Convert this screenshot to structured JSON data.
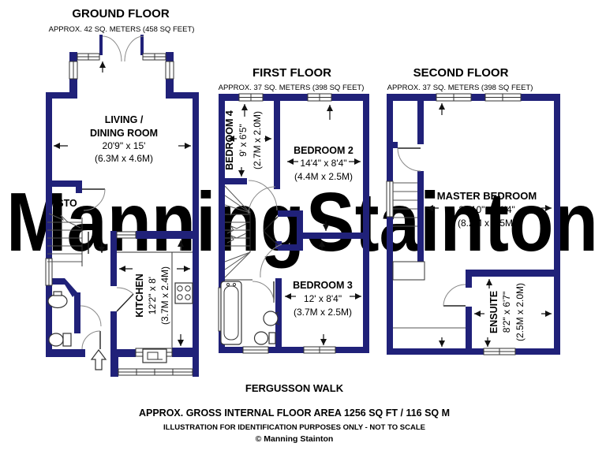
{
  "watermark": {
    "left": "Manning",
    "right": "Stainton"
  },
  "colors": {
    "wall": "#202179",
    "watermark_blue": "#b3bcd9",
    "watermark_pink": "#f4c3c3"
  },
  "floors": {
    "ground": {
      "title": "GROUND FLOOR",
      "area": "APPROX. 42 SQ. METERS (458 SQ FEET)",
      "living": {
        "name1": "LIVING /",
        "name2": "DINING ROOM",
        "size_ft": "20'9\" x 15'",
        "size_m": "(6.3M x 4.6M)"
      },
      "store": {
        "name": "STO"
      },
      "kitchen": {
        "name": "KITCHEN",
        "size_ft": "12'2\" x 8'",
        "size_m": "(3.7M x 2.4M)"
      }
    },
    "first": {
      "title": "FIRST FLOOR",
      "area": "APPROX. 37 SQ. METERS (398 SQ FEET)",
      "bedroom4": {
        "name": "BEDROOM 4",
        "size_ft": "9' x 6'5\"",
        "size_m": "(2.7M x 2.0M)"
      },
      "bedroom2": {
        "name": "BEDROOM 2",
        "size_ft": "14'4\" x 8'4\"",
        "size_m": "(4.4M x 2.5M)"
      },
      "bedroom3": {
        "name": "BEDROOM 3",
        "size_ft": "12' x 8'4\"",
        "size_m": "(3.7M x 2.5M)"
      }
    },
    "second": {
      "title": "SECOND FLOOR",
      "area": "APPROX. 37 SQ. METERS (398 SQ FEET)",
      "master": {
        "name": "MASTER BEDROOM",
        "size_ft": "26'10\" x 11'4\"",
        "size_m": "(8.2M x 3.5M)"
      },
      "ensuite": {
        "name": "ENSUITE",
        "size_ft": "8'2\" x 6'7\"",
        "size_m": "(2.5M x 2.0M)"
      }
    }
  },
  "footer": {
    "street": "FERGUSSON WALK",
    "gross_area": "APPROX. GROSS INTERNAL FLOOR AREA 1256 SQ FT / 116 SQ M",
    "disclaimer": "ILLUSTRATION FOR IDENTIFICATION PURPOSES ONLY - NOT TO SCALE",
    "copyright": "© Manning Stainton"
  }
}
